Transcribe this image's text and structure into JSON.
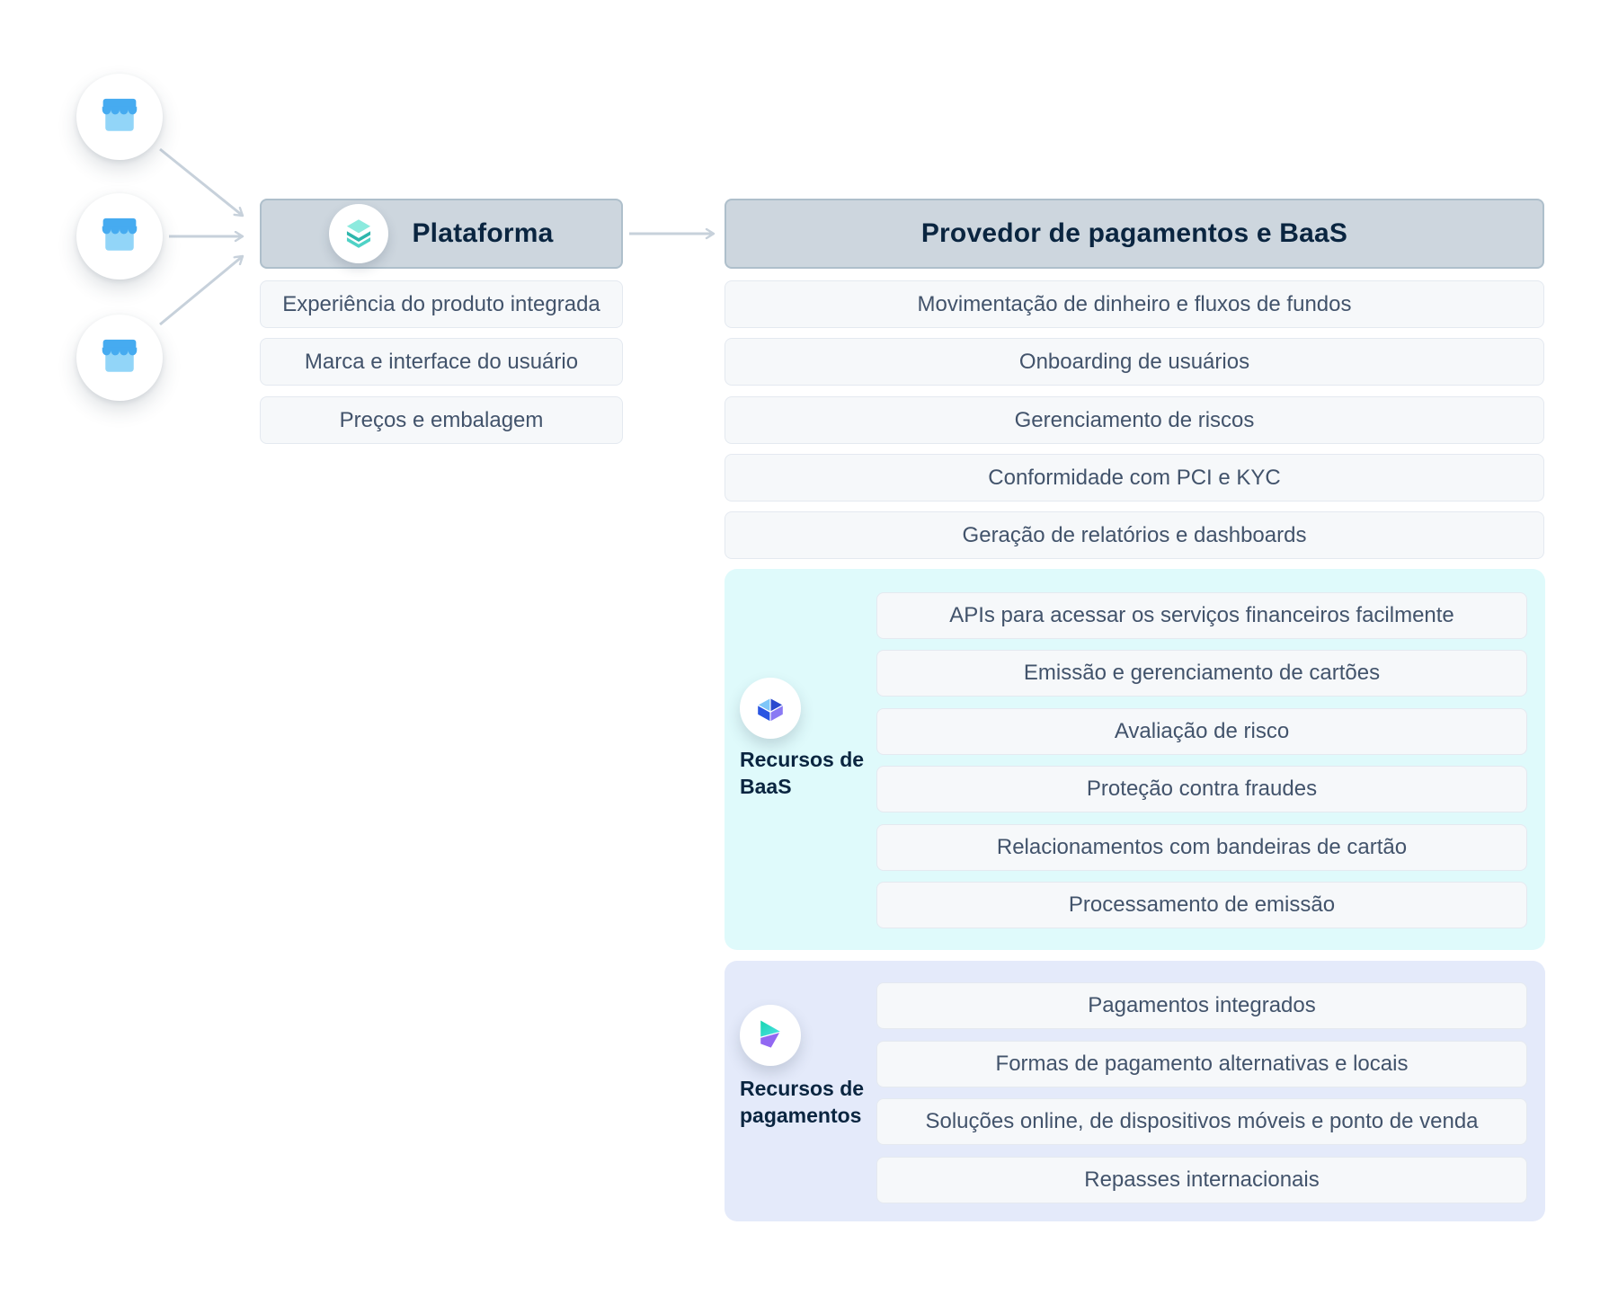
{
  "platform": {
    "title": "Plataforma",
    "icon": "layers-icon",
    "items": [
      "Experiência do produto integrada",
      "Marca e interface do usuário",
      "Preços e embalagem"
    ]
  },
  "provider": {
    "title": "Provedor de pagamentos e BaaS",
    "items": [
      "Movimentação de dinheiro e fluxos de fundos",
      "Onboarding de usuários",
      "Gerenciamento de riscos",
      "Conformidade com PCI e KYC",
      "Geração de relatórios e dashboards"
    ]
  },
  "baas_section": {
    "icon": "cube-3d-icon",
    "label_line1": "Recursos de",
    "label_line2": "BaaS",
    "items": [
      "APIs para acessar os serviços financeiros facilmente",
      "Emissão e gerenciamento de cartões",
      "Avaliação de risco",
      "Proteção contra fraudes",
      "Relacionamentos com bandeiras de cartão",
      "Processamento de emissão"
    ]
  },
  "payments_section": {
    "icon": "payments-triangles-icon",
    "label_line1": "Recursos de",
    "label_line2": "pagamentos",
    "items": [
      "Pagamentos integrados",
      "Formas de pagamento alternativas e locais",
      "Soluções online, de dispositivos móveis e ponto de venda",
      "Repasses internacionais"
    ]
  },
  "merchants": {
    "icon": "storefront-icon",
    "count": 3
  },
  "colors": {
    "header_fill": "#cdd6de",
    "header_border": "#aebfcb",
    "header_text": "#0a2540",
    "row_fill": "#f6f8fa",
    "row_border": "#e4e9f0",
    "row_text": "#42536b",
    "baas_panel": "#dffafb",
    "payments_panel": "#e4eafa",
    "arrow": "#c7d1db",
    "storefront_blue": "#46abf0",
    "storefront_light_blue": "#92d5f8",
    "teal": "#2eb6ac",
    "purple": "#8a7af4",
    "royal_blue": "#2a55e2"
  }
}
